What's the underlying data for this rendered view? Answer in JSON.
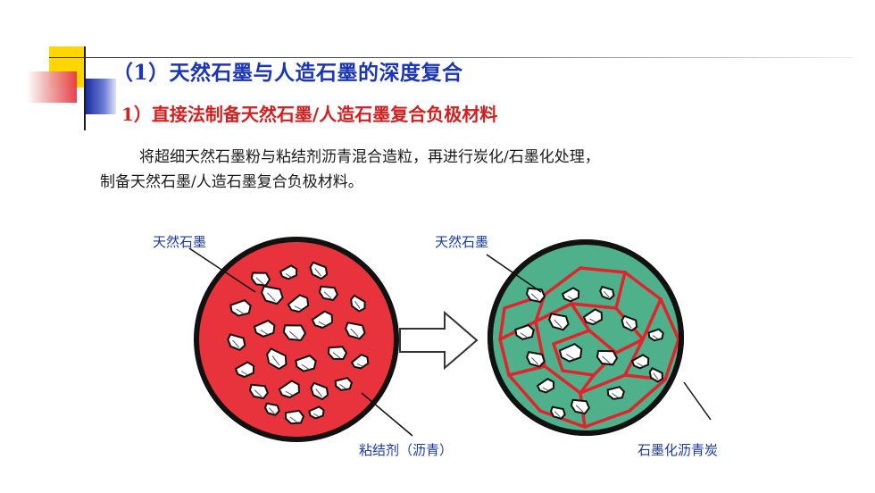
{
  "title": "（1）天然石墨与人造石墨的深度复合",
  "subtitle": "1）直接法制备天然石墨/人造石墨复合负极材料",
  "paragraph": {
    "line1": "将超细天然石墨粉与粘结剂沥青混合造粒，再进行炭化/石墨化处理，",
    "line2": "制备天然石墨/人造石墨复合负极材料。"
  },
  "diagram": {
    "left_label_top": "天然石墨",
    "left_label_bottom": "粘结剂（沥青）",
    "right_label_top": "天然石墨",
    "right_label_bottom": "石墨化沥青炭"
  },
  "colors": {
    "title_blue": "#1a35b8",
    "subtitle_red": "#d21f1f",
    "pitch_red": "#e8333c",
    "graphitized_green": "#4fb08c",
    "label_blue": "#1a3aa8"
  }
}
